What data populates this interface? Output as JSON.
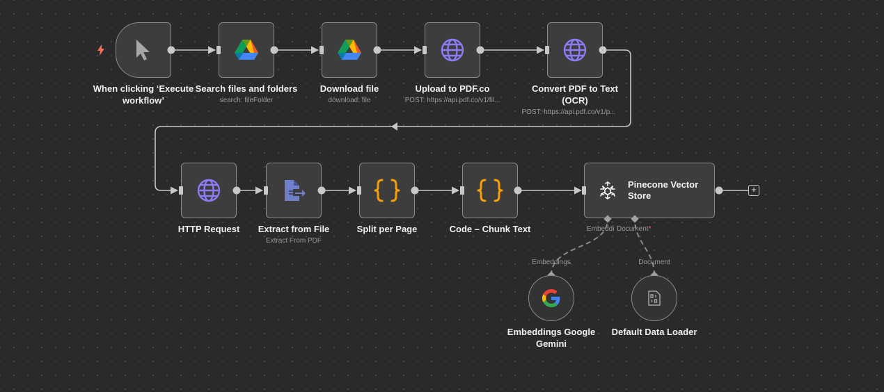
{
  "colors": {
    "canvas": "#2a2a2a",
    "node": "#3d3d3d",
    "border": "#8a8a8a",
    "edge": "#c8c8c8",
    "globe": "#8b7cf6",
    "code": "#f59e0b",
    "required": "#ff6b6b"
  },
  "nodes": {
    "trigger": {
      "title": "When clicking ‘Execute workflow’",
      "icon": "cursor-icon"
    },
    "search_files": {
      "title": "Search files and folders",
      "subtitle": "search: fileFolder",
      "icon": "google-drive-icon"
    },
    "download_file": {
      "title": "Download file",
      "subtitle": "download: file",
      "icon": "google-drive-icon"
    },
    "upload_pdf": {
      "title": "Upload to PDF.co",
      "subtitle": "POST: https://api.pdf.co/v1/fil...",
      "icon": "globe-icon"
    },
    "convert_pdf": {
      "title": "Convert PDF to Text (OCR)",
      "subtitle": "POST: https://api.pdf.co/v1/p...",
      "icon": "globe-icon"
    },
    "http_request": {
      "title": "HTTP Request",
      "icon": "globe-icon"
    },
    "extract_file": {
      "title": "Extract from File",
      "subtitle": "Extract From PDF",
      "icon": "file-export-icon"
    },
    "split_page": {
      "title": "Split per Page",
      "icon": "code-braces-icon"
    },
    "code_chunk": {
      "title": "Code – Chunk Text",
      "icon": "code-braces-icon"
    },
    "pinecone": {
      "title": "Pinecone Vector Store",
      "icon": "pinecone-icon",
      "port_embedding": "Embeddi",
      "port_document": "Document",
      "required_mark": "*"
    },
    "embeddings": {
      "title": "Embeddings Google Gemini",
      "port_label": "Embeddings",
      "icon": "google-icon"
    },
    "data_loader": {
      "title": "Default Data Loader",
      "port_label": "Document",
      "icon": "binary-file-icon"
    }
  },
  "add_button": "+"
}
